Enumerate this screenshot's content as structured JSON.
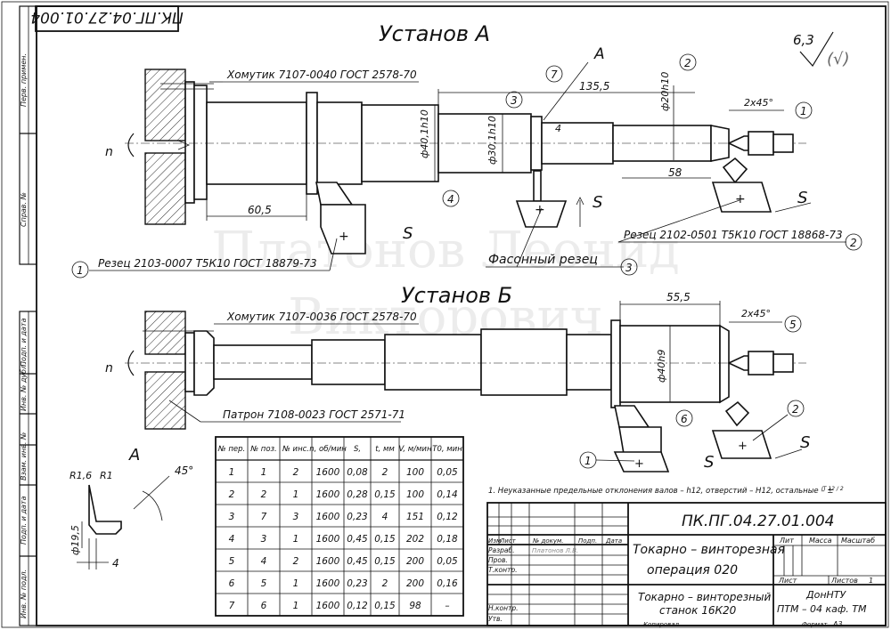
{
  "drawing": {
    "code_rotated": "ПК.ПГ.04.27.01.004",
    "code_main": "ПК.ПГ.04.27.01.004",
    "roughness": "6,3",
    "roughness_paren": "(√)",
    "section_view_label": "A",
    "watermark_line1": "Платонов Леонид",
    "watermark_line2": "Викторович"
  },
  "setup_a": {
    "title": "Установ А",
    "clamp": "Хомутик 7107-0040 ГОСТ 2578-70",
    "cutter_left": "Резец 2103-0007 Т5К10 ГОСТ 18879-73",
    "cutter_right": "Резец 2102-0501 Т5К10 ГОСТ 18868-73",
    "form_cutter": "Фасонный резец",
    "spindle_n": "n",
    "dim_60_5": "60,5",
    "dim_135_5": "135,5",
    "dim_58": "58",
    "dim_4": "4",
    "dim_chamfer": "2x45°",
    "dia_40": "ф40,1h10",
    "dia_30": "ф30,1h10",
    "dia_20": "ф20h10",
    "view_a": "A",
    "feed_s1": "S",
    "feed_s2": "S",
    "feed_s3": "S",
    "callouts": [
      "1",
      "2",
      "3",
      "4",
      "7",
      "1",
      "2",
      "3"
    ]
  },
  "setup_b": {
    "title": "Установ Б",
    "clamp": "Хомутик 7107-0036 ГОСТ 2578-70",
    "chuck": "Патрон 7108-0023 ГОСТ 2571-71",
    "spindle_n": "n",
    "dim_55_5": "55,5",
    "dim_chamfer": "2x45°",
    "dia_40": "ф40h9",
    "feed_s1": "S",
    "feed_s2": "S",
    "callouts": [
      "5",
      "6",
      "2",
      "1"
    ]
  },
  "detail_a": {
    "label": "A",
    "r16": "R1,6",
    "r1": "R1",
    "angle": "45°",
    "dia": "ф19,5",
    "width": "4"
  },
  "side_stamp": [
    "Перв. примен.",
    "Справ. №",
    "Подп. и дата",
    "Инв. № дубл.",
    "Взам. инв. №",
    "Подп. и дата",
    "Инв. № подл."
  ],
  "regime_table": {
    "headers": [
      "№ пер.",
      "№ поз.",
      "№ инс.",
      "n, об/мин",
      "S,",
      "t, мм",
      "V, м/мин",
      "T0, мин"
    ],
    "rows": [
      [
        "1",
        "1",
        "2",
        "1600",
        "0,08",
        "2",
        "100",
        "0,05"
      ],
      [
        "2",
        "2",
        "1",
        "1600",
        "0,28",
        "0,15",
        "100",
        "0,14"
      ],
      [
        "3",
        "7",
        "3",
        "1600",
        "0,23",
        "4",
        "151",
        "0,12"
      ],
      [
        "4",
        "3",
        "1",
        "1600",
        "0,45",
        "0,15",
        "202",
        "0,18"
      ],
      [
        "5",
        "4",
        "2",
        "1600",
        "0,45",
        "0,15",
        "200",
        "0,05"
      ],
      [
        "6",
        "5",
        "1",
        "1600",
        "0,23",
        "2",
        "200",
        "0,16"
      ],
      [
        "7",
        "6",
        "1",
        "1600",
        "0,12",
        "0,15",
        "98",
        "–"
      ]
    ]
  },
  "note": "1. Неуказанные предельные отклонения валов – h12,   отверстий – H12, остальные – ±",
  "note_frac": "IT 12 / 2",
  "title_block": {
    "op_name_1": "Токарно – винторезная",
    "op_name_2": "операция 020",
    "machine_1": "Токарно – винторезный",
    "machine_2": "станок 16К20",
    "org_1": "ДонНТУ",
    "org_2": "ПТМ – 04 каф. ТМ",
    "col_lit": "Лит",
    "col_mass": "Масса",
    "col_scale": "Масштаб",
    "sheet_label": "Лист",
    "sheets_label": "Листов",
    "sheets_count": "1",
    "row_izm": "Изм",
    "row_list": "Лист",
    "row_doc": "№ докум.",
    "row_podp": "Подп.",
    "row_date": "Дата",
    "razrab": "Разраб.",
    "razrab_name": "Платонов Л.В.",
    "prov": "Пров.",
    "tkontr": "Т.контр.",
    "nkontr": "Н.контр.",
    "utv": "Утв.",
    "kopiroval": "Копировал",
    "format": "Формат",
    "format_val": "А3"
  }
}
